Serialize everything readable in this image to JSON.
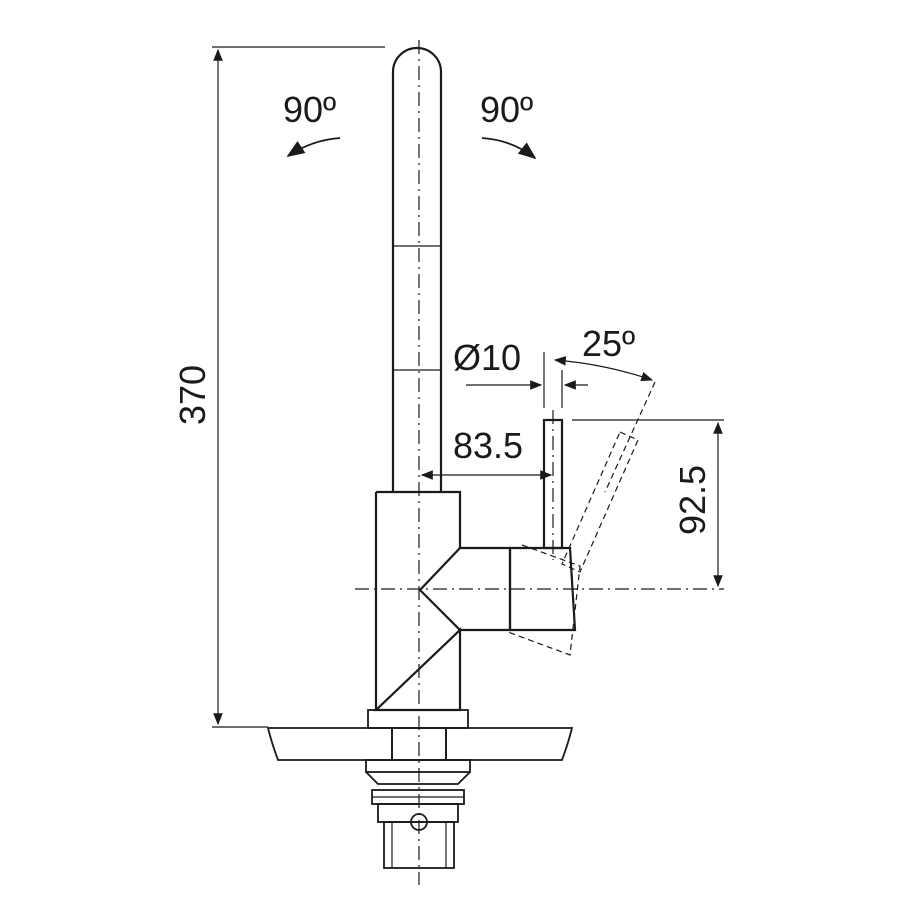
{
  "dimensions": {
    "height": "370",
    "swivel_left": "90º",
    "swivel_right": "90º",
    "spout_diameter": "Ø10",
    "lever_offset": "83.5",
    "lever_angle": "25º",
    "lever_height": "92.5"
  },
  "colors": {
    "line": "#1a1a1a",
    "background": "#ffffff",
    "countertop_fill": "#d9d9d9"
  }
}
